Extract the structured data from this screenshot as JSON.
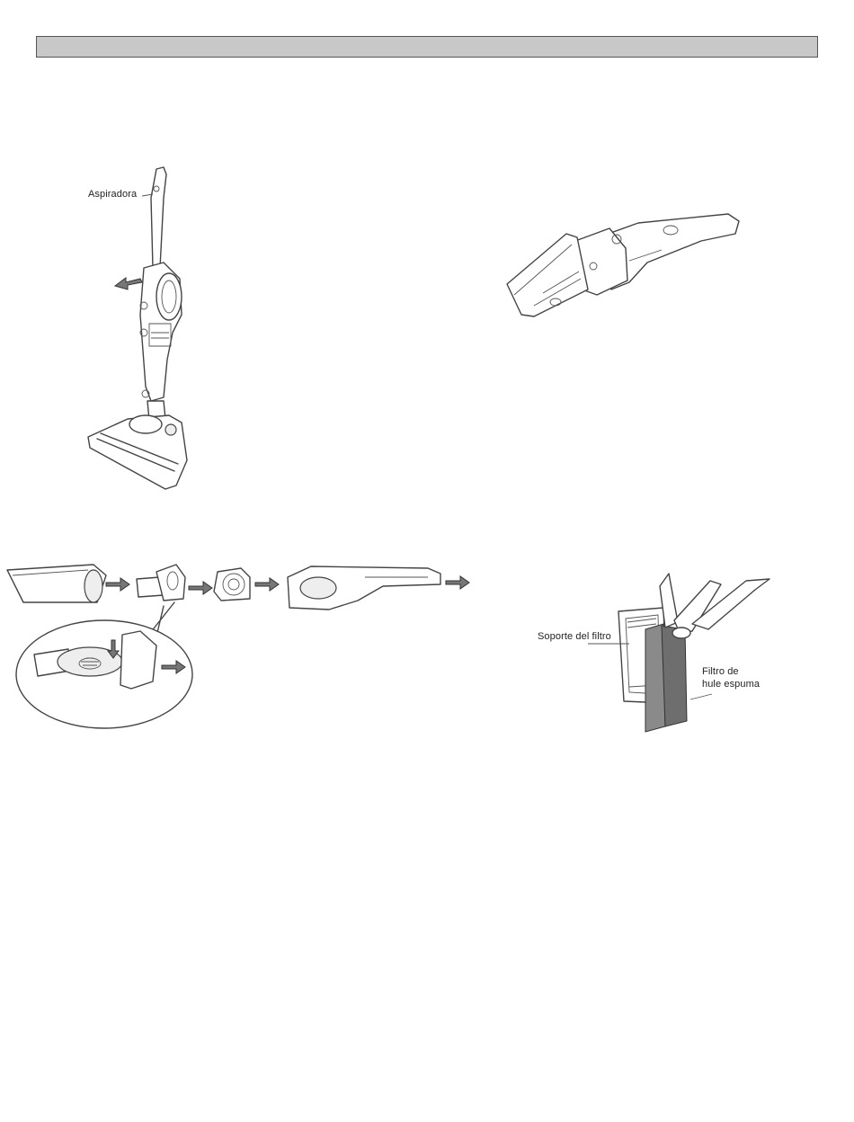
{
  "header": {
    "title": ""
  },
  "figures": {
    "stick_vacuum": {
      "label": "Aspiradora"
    },
    "handheld_unit": {},
    "disassembly_sequence": {},
    "filter_detail": {
      "holder_label": "Soporte del filtro",
      "foam_label_line1": "Filtro de",
      "foam_label_line2": "hule espuma"
    }
  },
  "icons": [
    "arrow-icon",
    "magnifier-callout-icon",
    "hand-icon"
  ]
}
